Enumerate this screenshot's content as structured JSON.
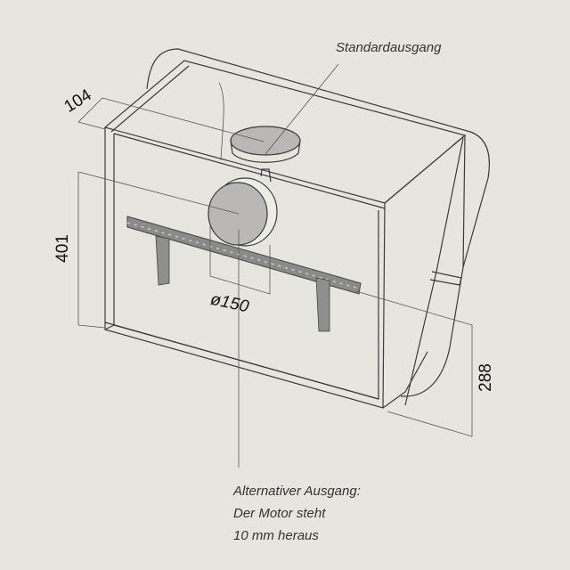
{
  "labels": {
    "standard_outlet": "Standardausgang",
    "alt_outlet_lines": [
      "Alternativer Ausgang:",
      "Der Motor steht",
      "10 mm heraus"
    ]
  },
  "dimensions": {
    "depth": "104",
    "height": "401",
    "diameter": "ø150",
    "lower_height": "288"
  },
  "colors": {
    "background": "#e6e5df",
    "line": "#3a3a3a",
    "duct_fill": "#b9b8b6"
  }
}
